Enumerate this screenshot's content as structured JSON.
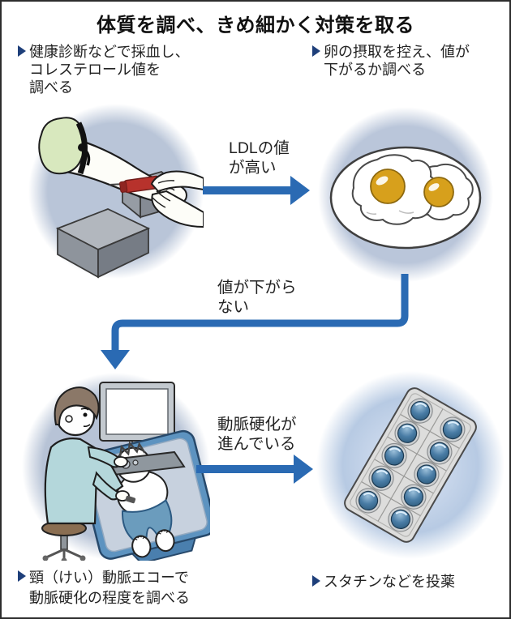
{
  "title": "体質を調べ、きめ細かく対策を取る",
  "notes": {
    "blood_test": {
      "lines": [
        "健康診断などで採血し、",
        "コレステロール値を",
        "調べる"
      ]
    },
    "egg_restriction": {
      "lines": [
        "卵の摂取を控え、値が",
        "下がるか調べる"
      ]
    },
    "carotid_echo": {
      "lines": [
        "頸（けい）動脈エコーで",
        "動脈硬化の程度を調べる"
      ]
    },
    "statin": {
      "lines": [
        "スタチンなどを投薬"
      ]
    }
  },
  "flow": {
    "ldl_high": {
      "lines": [
        "LDLの値",
        "が高い"
      ]
    },
    "value_not_drop": {
      "lines": [
        "値が下がら",
        "ない"
      ]
    },
    "arteriosclerosis": {
      "lines": [
        "動脈硬化が",
        "進んでいる"
      ]
    }
  },
  "icons": {
    "bullet-triangle-icon": "css-right-triangle",
    "flow-arrow-right-icon": "svg-right-arrow",
    "flow-connector-down-icon": "svg-elbow-down-arrow"
  },
  "illustrations": {
    "blood_draw": "arm with green sleeve, tourniquet, gray armrest boxes, nurse hands drawing blood into red tube",
    "fried_eggs": "two fried eggs with golden yolks on white oval plate",
    "carotid_ultrasound": "doctor on stool with monitor and console scanning neck of patient lying on blue exam table",
    "blister_pack": {
      "description": "tilted pill blister pack",
      "pill_count": 10
    }
  },
  "colors": {
    "arrow_blue": "#2a6ab3",
    "bullet_navy": "#1e3f7a",
    "circle_bg": "#b9c5d8",
    "circle_bg_light": "#c6d5ea",
    "egg_yolk": "#d7a01c",
    "blood_tube_red": "#b7322c",
    "sleeve_green": "#d8e8be",
    "scrub_blue": "#b4d7db",
    "hair_brown": "#8b7868",
    "exam_table_blue": "#5d93c0",
    "pill_blue": "#4a7da6",
    "border_dark": "#2d2d2d"
  }
}
